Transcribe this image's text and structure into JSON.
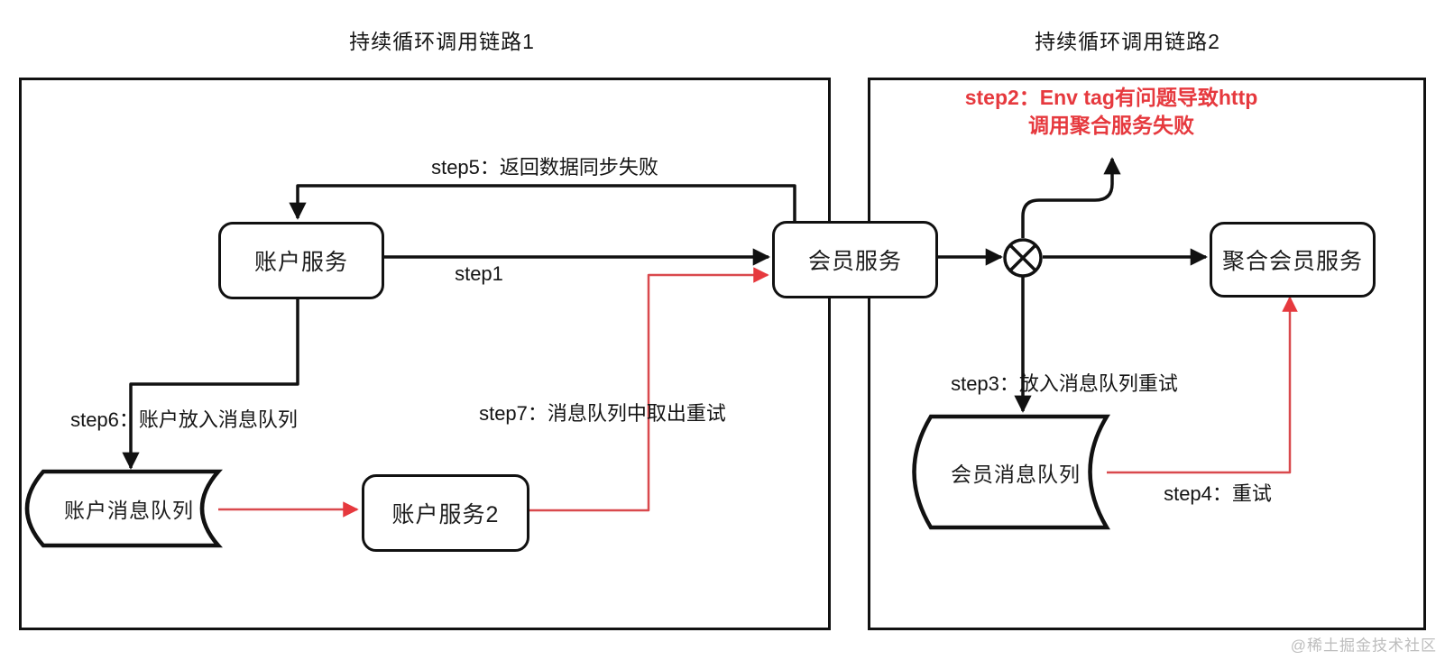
{
  "panels": [
    {
      "title": "持续循环调用链路1"
    },
    {
      "title": "持续循环调用链路2"
    }
  ],
  "nodes": {
    "account_service": {
      "label": "账户服务"
    },
    "member_service": {
      "label": "会员服务"
    },
    "aggregate_member_service": {
      "label": "聚合会员服务"
    },
    "account_service2": {
      "label": "账户服务2"
    },
    "account_queue": {
      "label": "账户消息队列"
    },
    "member_queue": {
      "label": "会员消息队列"
    }
  },
  "edges": {
    "step1": "step1",
    "step2_line1": "step2：Env tag有问题导致http",
    "step2_line2": "调用聚合服务失败",
    "step3": "step3：放入消息队列重试",
    "step4": "step4：重试",
    "step5": "step5：返回数据同步失败",
    "step6": "step6：账户放入消息队列",
    "step7": "step7：消息队列中取出重试"
  },
  "watermark": "@稀土掘金技术社区",
  "colors": {
    "line_black": "#111111",
    "accent_red_text": "#e6393e",
    "accent_red_line": "#d9494d",
    "watermark_gray": "#bdbdbd"
  }
}
